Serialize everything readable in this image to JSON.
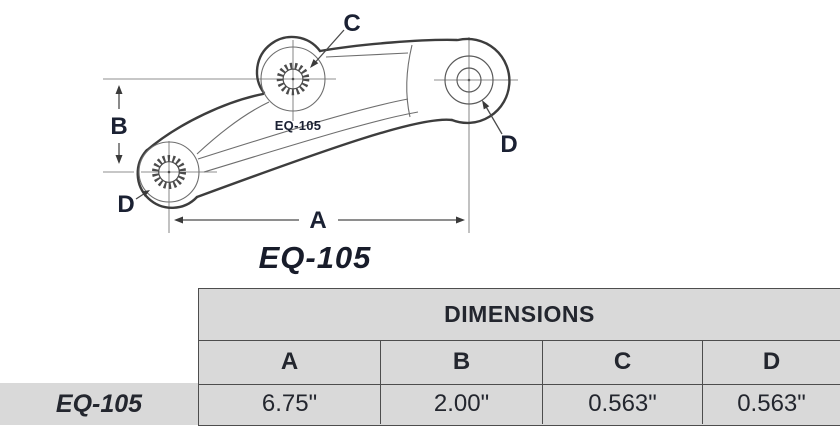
{
  "part": {
    "drawing_label": "EQ-105",
    "title": "EQ-105",
    "dims": {
      "a": "A",
      "b": "B",
      "c": "C",
      "d": "D"
    }
  },
  "table": {
    "header": "DIMENSIONS",
    "columns": [
      "A",
      "B",
      "C",
      "D"
    ],
    "rows": [
      {
        "label": "EQ-105",
        "values": [
          "6.75\"",
          "2.00\"",
          "0.563\"",
          "0.563\""
        ]
      }
    ]
  },
  "chart_data": {
    "type": "table",
    "title": "DIMENSIONS",
    "categories": [
      "A",
      "B",
      "C",
      "D"
    ],
    "series": [
      {
        "name": "EQ-105",
        "values": [
          "6.75\"",
          "2.00\"",
          "0.563\"",
          "0.563\""
        ]
      }
    ]
  },
  "colors": {
    "table_bg": "#d9d9d9",
    "table_border": "#4d4d4d",
    "table_text": "#23262e",
    "label_navy": "#1b2133",
    "outline_dark": "#3d3d3d",
    "line_thin": "#6e6e6e",
    "line_construction": "#8f8f8f"
  }
}
